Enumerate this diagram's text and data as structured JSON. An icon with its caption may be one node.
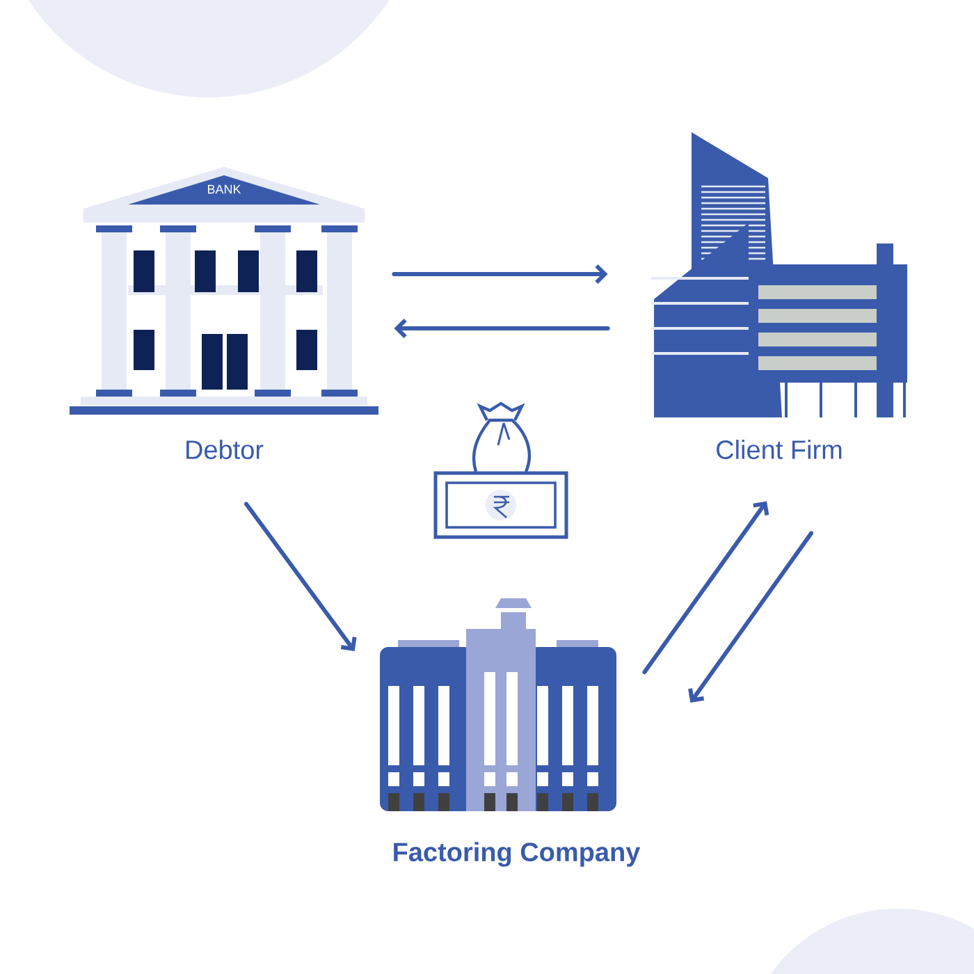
{
  "diagram": {
    "nodes": [
      {
        "text": [
          "BANK",
          "Debtor"
        ]
      },
      {
        "text": [
          "Client Firm"
        ]
      },
      {
        "text": [
          "Factoring Company"
        ]
      }
    ],
    "edges": [
      {
        "from": 0,
        "to": 1,
        "arrow": "to"
      },
      {
        "from": 1,
        "to": 0,
        "arrow": "to"
      },
      {
        "from": 0,
        "to": 2,
        "arrow": "to"
      },
      {
        "from": 2,
        "to": 1,
        "arrow": "to"
      },
      {
        "from": 1,
        "to": 2,
        "arrow": "to"
      }
    ]
  }
}
